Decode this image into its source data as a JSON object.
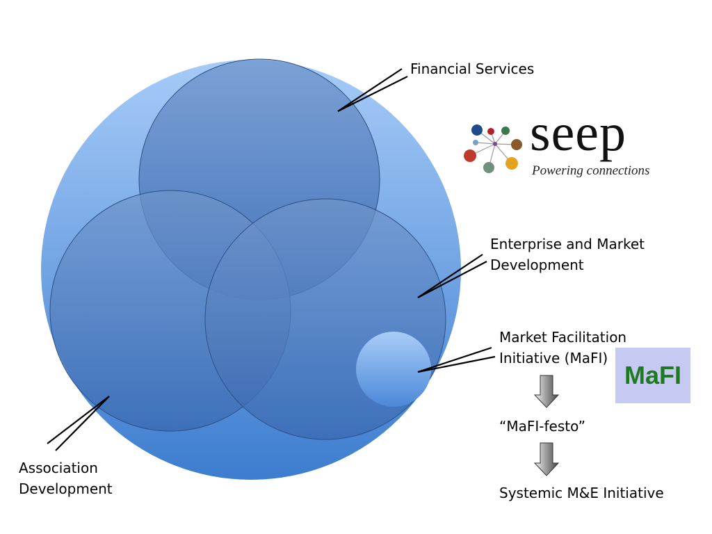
{
  "labels": {
    "financial": "Financial Services",
    "enterprise_line1": "Enterprise and Market",
    "enterprise_line2": "Development",
    "mafi_line1": "Market Facilitation",
    "mafi_line2": "Initiative (MaFI)",
    "festo": "“MaFI-festo”",
    "systemic": "Systemic M&E Initiative",
    "association_line1": "Association",
    "association_line2": "Development"
  },
  "logo": {
    "wordmark": "seep",
    "tagline": "Powering connections"
  },
  "mafi_badge": "MaFI",
  "colors": {
    "outer_circle_top": "#9ec4f6",
    "outer_circle_bottom": "#3f7fd0",
    "inner_circle": "#4a76b8",
    "mafi_badge_bg": "#c6c9f1",
    "mafi_badge_text": "#1e7a1e"
  }
}
